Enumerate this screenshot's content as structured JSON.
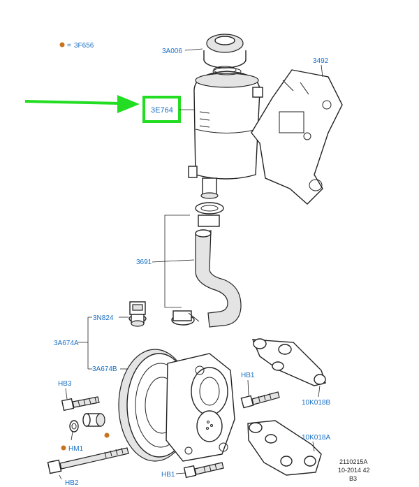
{
  "labels": {
    "legend_code": "3F656",
    "cap": "3A006",
    "bracket": "3492",
    "reservoir": "3E764",
    "hose": "3691",
    "sensor": "3N824",
    "sensor_group": "3A674A",
    "pump": "3A674B",
    "hb3": "HB3",
    "hb1_upper": "HB1",
    "bracket_b": "10K018B",
    "hm1": "HM1",
    "bracket_a": "10K018A",
    "hb1_lower": "HB1",
    "hb2": "HB2"
  },
  "meta": {
    "line1": "2110215A",
    "line2": "10-2014 42",
    "line3": "B3"
  },
  "colors": {
    "label": "#1a6fc4",
    "highlight": "#22dd22",
    "marker": "#c8741e"
  }
}
